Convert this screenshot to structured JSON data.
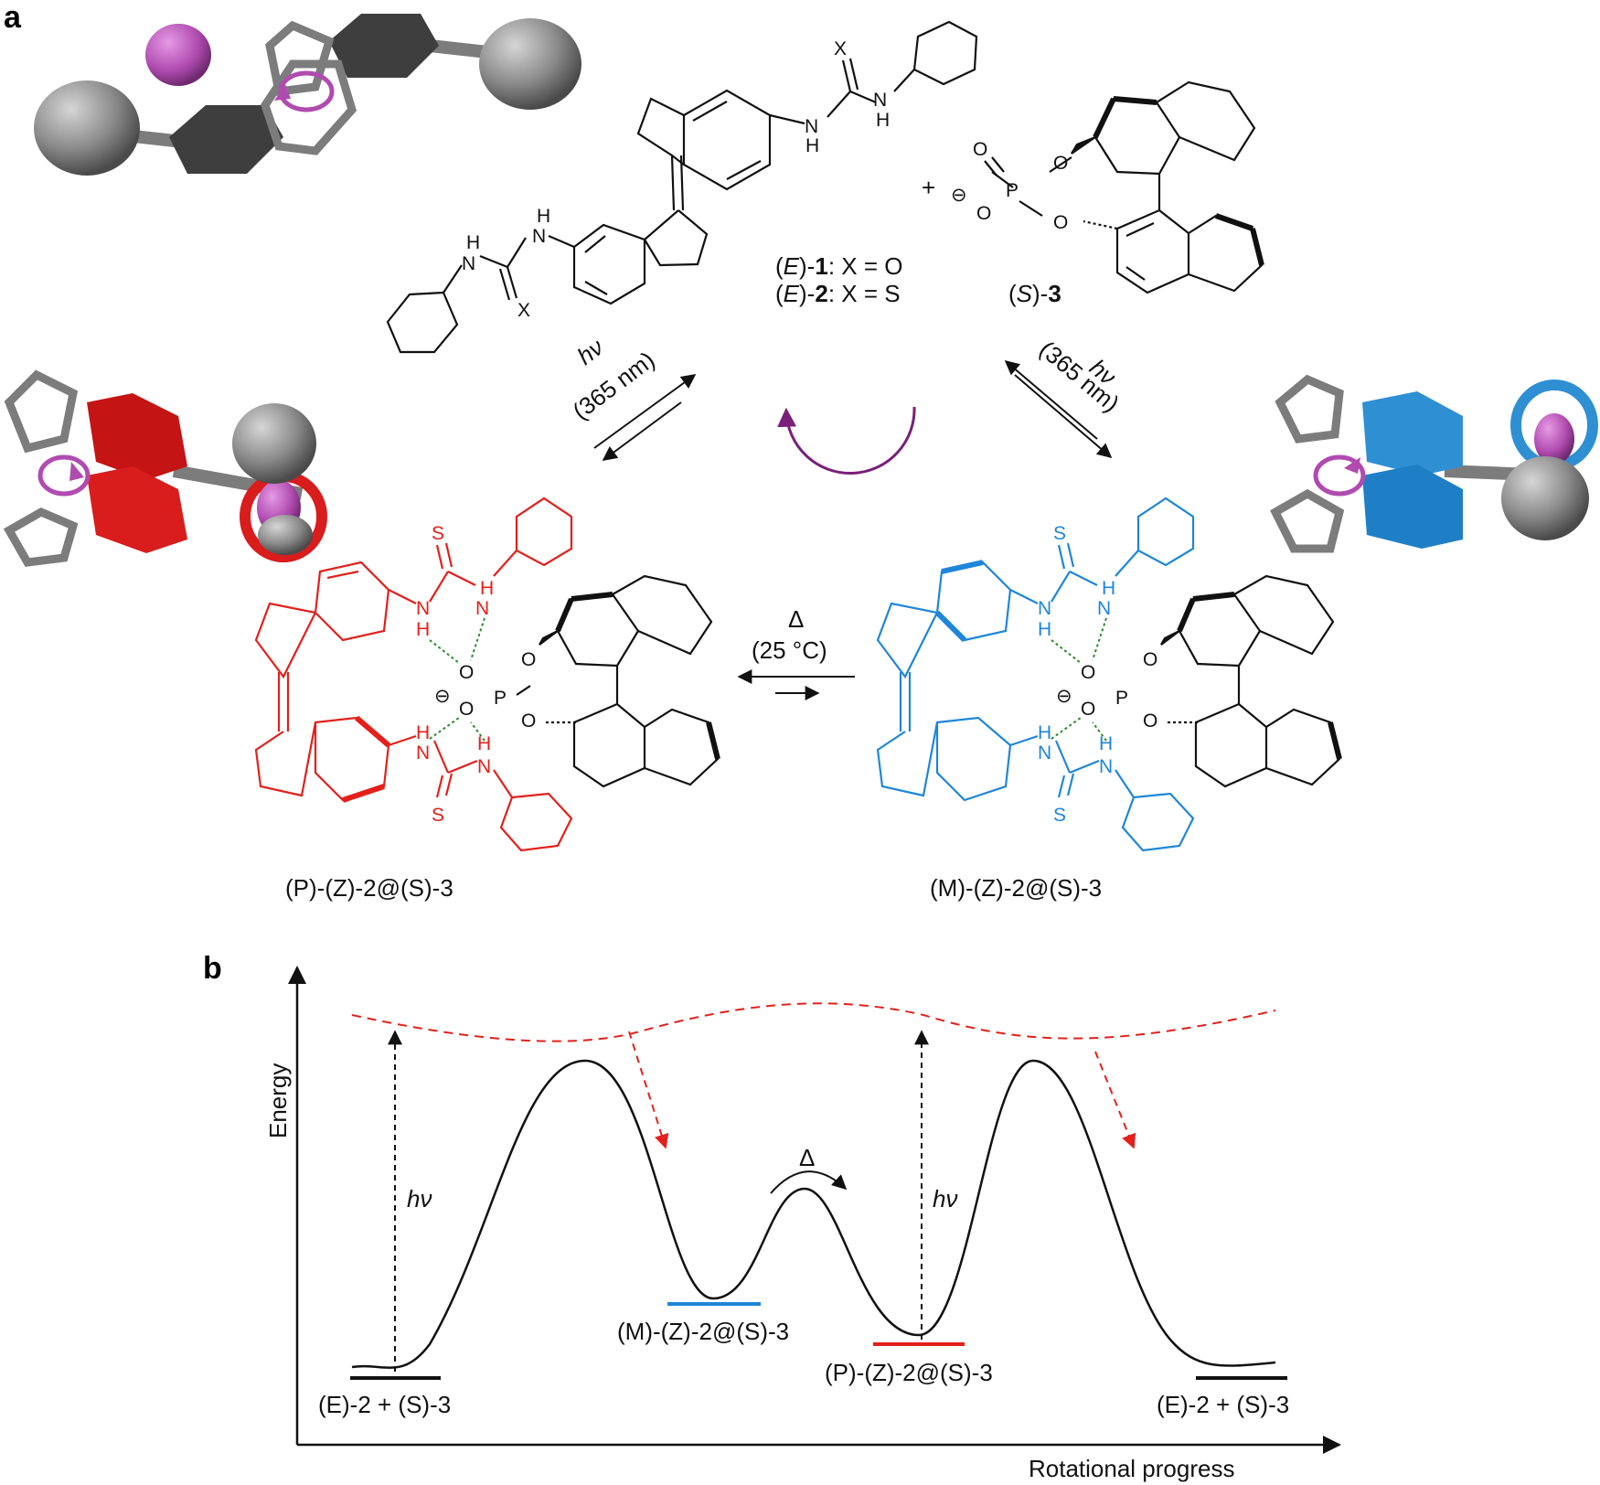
{
  "panels": {
    "a": "a",
    "b": "b"
  },
  "colors": {
    "black": "#111111",
    "red": "#e3201b",
    "blue": "#1f86d9",
    "purple": "#7a1f7a",
    "magenta": "#b04bb0",
    "grey": "#7c7c7c",
    "dark_grey": "#3e3e3e",
    "green_hbond": "#2f8a2f",
    "red_dashed": "#e3201b"
  },
  "panel_a": {
    "compound_e1": {
      "pre": "(",
      "it": "E",
      "mid": ")-",
      "num": "1",
      "rest": ": X = O"
    },
    "compound_e2": {
      "pre": "(",
      "it": "E",
      "mid": ")-",
      "num": "2",
      "rest": ": X = S"
    },
    "compound_s3": {
      "pre": "(",
      "it": "S",
      "mid": ")-",
      "num": "3"
    },
    "plus": "+",
    "hv": "hν",
    "wavelength": "(365 nm)",
    "delta": "Δ",
    "temperature": "(25 °C)",
    "complex_p": "(P)-(Z)-2@(S)-3",
    "complex_m": "(M)-(Z)-2@(S)-3",
    "atoms": {
      "X": "X",
      "N": "N",
      "H": "H",
      "O": "O",
      "P": "P",
      "S": "S",
      "minus": "⊖"
    }
  },
  "panel_b": {
    "ylabel": "Energy",
    "xlabel": "Rotational progress",
    "hv": "hν",
    "delta": "Δ",
    "level_e2_left": "(E)-2 + (S)-3",
    "level_m": "(M)-(Z)-2@(S)-3",
    "level_p": "(P)-(Z)-2@(S)-3",
    "level_e2_right": "(E)-2 + (S)-3"
  }
}
